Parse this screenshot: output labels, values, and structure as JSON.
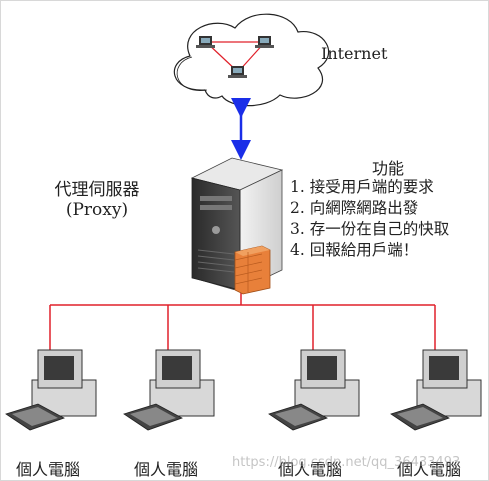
{
  "cloud": {
    "label": "Internet"
  },
  "proxy": {
    "title": "代理伺服器",
    "subtitle": "(Proxy)"
  },
  "functions": {
    "title": "功能",
    "items": [
      "1. 接受用戶端的要求",
      "2. 向網際網路出發",
      "3. 存一份在自己的快取",
      "4. 回報給用戶端！"
    ]
  },
  "clients": [
    {
      "label": "個人電腦"
    },
    {
      "label": "個人電腦"
    },
    {
      "label": "個人電腦"
    },
    {
      "label": "個人電腦"
    }
  ],
  "watermark": "https://blog.csdn.net/qq_36433493",
  "colors": {
    "link": "#e0202a",
    "arrow": "#1a2ee8",
    "firewall": "#e8803a"
  }
}
